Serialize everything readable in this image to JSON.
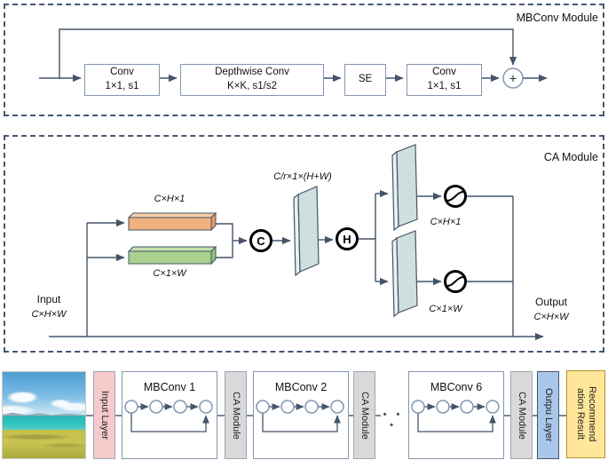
{
  "colors": {
    "wire": "#44546A",
    "box_border": "#8496B0",
    "dashed_border": "#46576f",
    "pool_h_bar": "#F2B181",
    "pool_w_bar": "#A9D18E",
    "slab_face": "#CEDFDD",
    "slab_side": "#E9F3F1",
    "input_layer_bg": "#f6c9ca",
    "ca_layer_bg": "#d9d9d9",
    "output_layer_bg": "#a9c7eb",
    "result_bg": "#ffe699"
  },
  "mbconv_module": {
    "title": "MBConv Module",
    "plus_label": "+",
    "blocks": [
      {
        "l1": "Conv",
        "l2": "1×1, s1"
      },
      {
        "l1": "Depthwise Conv",
        "l2": "K×K, s1/s2"
      },
      {
        "l1": "SE"
      },
      {
        "l1": "Conv",
        "l2": "1×1, s1"
      }
    ]
  },
  "ca_module": {
    "title": "CA Module",
    "input_label": "Input",
    "input_dims": "C×H×W",
    "output_label": "Output",
    "output_dims": "C×H×W",
    "pool_h_label": "C×H×1",
    "pool_w_label": "C×1×W",
    "concat_letter": "C",
    "concat_dims": "C/r×1×(H+W)",
    "split_letter": "H",
    "attn_h_label": "C×H×1",
    "attn_w_label": "C×1×W"
  },
  "pipeline": {
    "input_layer_label": "Input Layer",
    "ca_module_label": "CA Module",
    "output_layer_label": "Outpu Layer",
    "result_line1": "Recommend",
    "result_line2": "ation Result",
    "ellipsis": "• • •",
    "mbconv_blocks": [
      {
        "label": "MBConv 1"
      },
      {
        "label": "MBConv 2"
      },
      {
        "label": "MBConv 6"
      }
    ]
  },
  "icons": {
    "plus_icon": "circle-plus",
    "concat_icon": "circle-letter-C",
    "split_icon": "circle-letter-H",
    "sigmoid_icon": "circle-sigmoid-curve"
  }
}
